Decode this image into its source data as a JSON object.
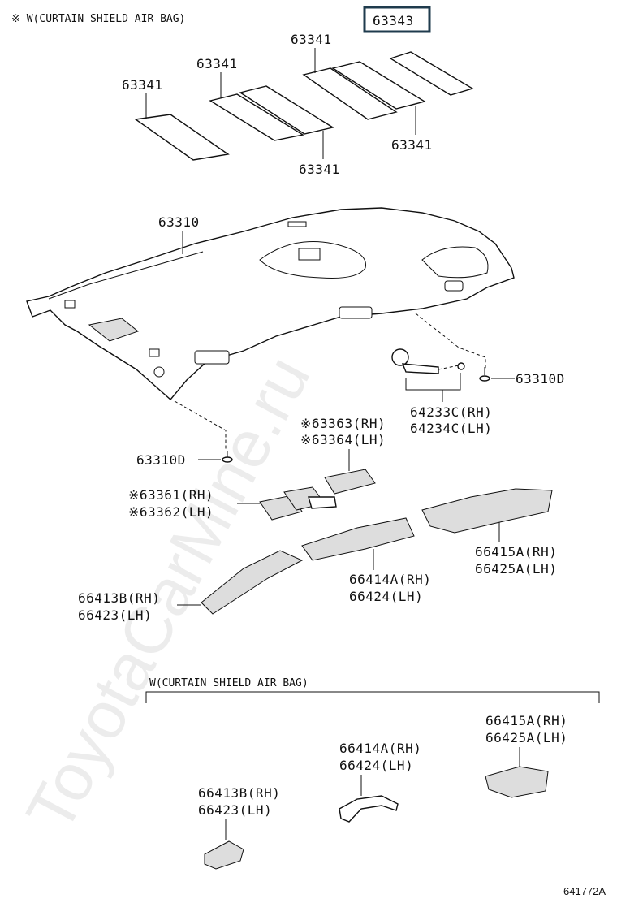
{
  "watermark": "ToyotaCarMine.ru",
  "image_code": "641772A",
  "notes": {
    "top_left": "※ W(CURTAIN SHIELD AIR BAG)",
    "lower_group": "W(CURTAIN SHIELD AIR BAG)"
  },
  "parts": {
    "p63343": "63343",
    "p63341_a": "63341",
    "p63341_b": "63341",
    "p63341_c": "63341",
    "p63341_d": "63341",
    "p63341_e": "63341",
    "p63310": "63310",
    "p63310d_right": "63310D",
    "p63310d_left": "63310D",
    "p64233c": "64233C(RH)",
    "p64234c": "64234C(LH)",
    "p63363": "※63363(RH)",
    "p63364": "※63364(LH)",
    "p63361": "※63361(RH)",
    "p63362": "※63362(LH)",
    "p66413b": "66413B(RH)",
    "p66423": "66423(LH)",
    "p66414a": "66414A(RH)",
    "p66424": "66424(LH)",
    "p66415a": "66415A(RH)",
    "p66425a": "66425A(LH)",
    "l66415a": "66415A(RH)",
    "l66425a": "66425A(LH)",
    "l66414a": "66414A(RH)",
    "l66424": "66424(LH)",
    "l66413b": "66413B(RH)",
    "l66423": "66423(LH)"
  },
  "colors": {
    "ink": "#111111",
    "highlight_box": "#1f3b4d",
    "watermark": "#c8c8c8"
  }
}
